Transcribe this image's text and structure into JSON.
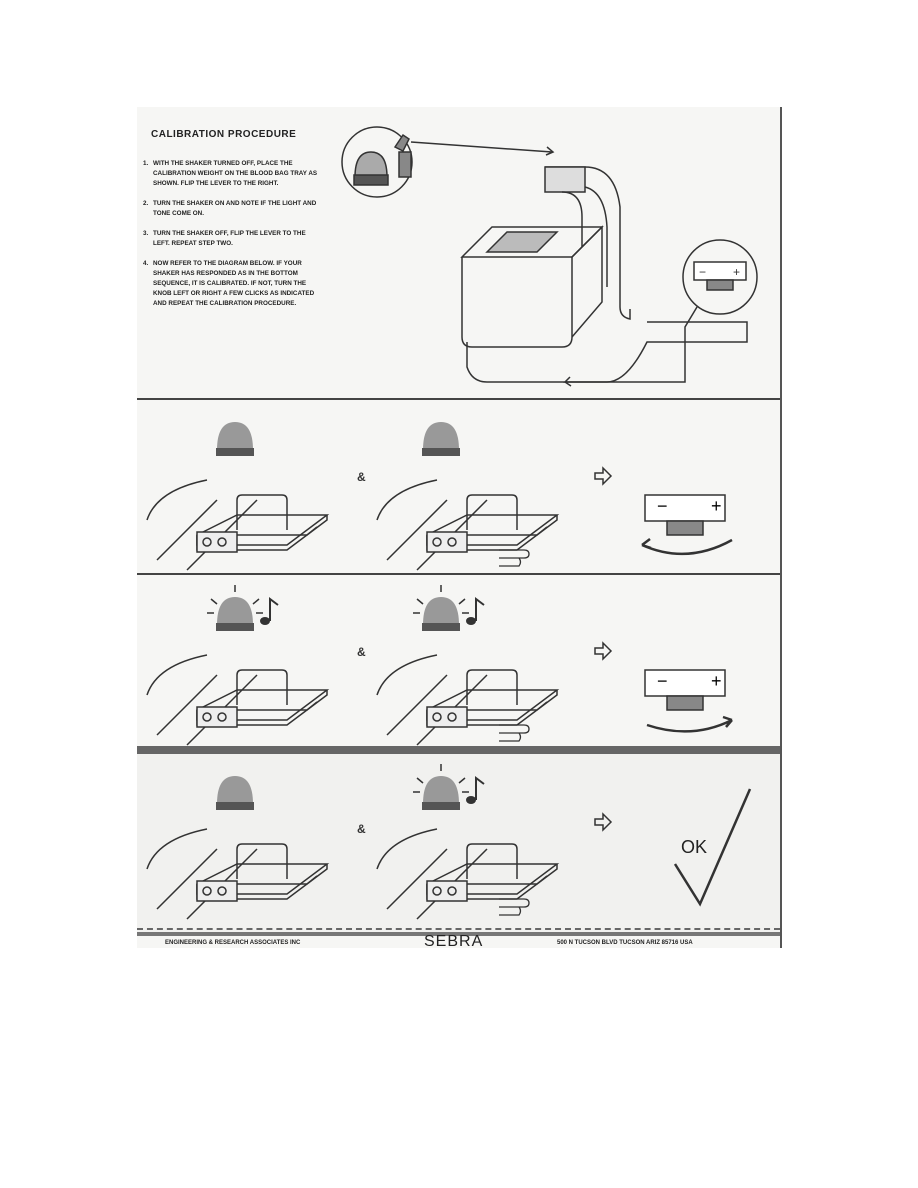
{
  "instructions": {
    "title": "CALIBRATION PROCEDURE",
    "steps": [
      {
        "number": "1.",
        "text": "WITH THE SHAKER TURNED OFF, PLACE THE CALIBRATION WEIGHT ON THE BLOOD BAG TRAY AS SHOWN. FLIP THE LEVER TO THE RIGHT."
      },
      {
        "number": "2.",
        "text": "TURN THE SHAKER ON AND NOTE IF THE LIGHT AND TONE COME ON."
      },
      {
        "number": "3.",
        "text": "TURN THE SHAKER OFF, FLIP THE LEVER TO THE LEFT. REPEAT STEP TWO."
      },
      {
        "number": "4.",
        "text": "NOW REFER TO THE DIAGRAM BELOW. IF YOUR SHAKER HAS RESPONDED AS IN THE BOTTOM SEQUENCE, IT IS CALIBRATED. IF NOT, TURN THE KNOB LEFT OR RIGHT A FEW CLICKS AS INDICATED AND REPEAT THE CALIBRATION PROCEDURE."
      }
    ]
  },
  "diagram": {
    "knob_minus": "−",
    "knob_plus": "+",
    "ampersand": "&",
    "ok_label": "OK",
    "rows": [
      {
        "left_light": "off",
        "right_light": "off",
        "right_tone": false,
        "result": "turn-knob-left"
      },
      {
        "left_light": "on",
        "left_tone": true,
        "right_light": "on",
        "right_tone": true,
        "result": "turn-knob-right"
      },
      {
        "left_light": "off",
        "right_light": "on",
        "right_tone": true,
        "result": "ok"
      }
    ]
  },
  "footer": {
    "company": "ENGINEERING & RESEARCH ASSOCIATES INC",
    "brand": "SEBRA",
    "address": "500 N TUCSON BLVD TUCSON ARIZ 85716 USA"
  }
}
